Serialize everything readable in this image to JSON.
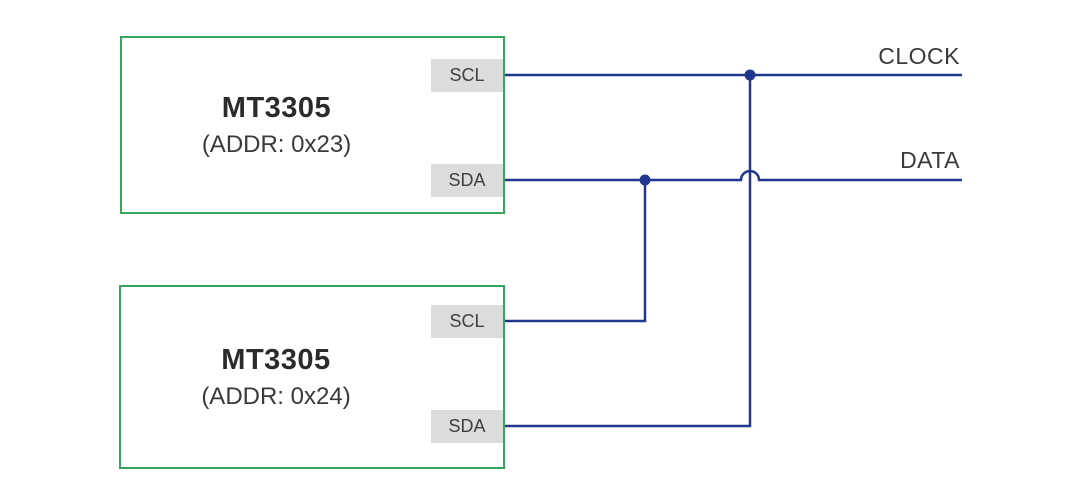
{
  "diagram": {
    "chips": [
      {
        "name": "MT3305",
        "addr": "(ADDR: 0x23)",
        "pins": [
          "SCL",
          "SDA"
        ]
      },
      {
        "name": "MT3305",
        "addr": "(ADDR: 0x24)",
        "pins": [
          "SCL",
          "SDA"
        ]
      }
    ],
    "buses": {
      "clock_label": "CLOCK",
      "data_label": "DATA"
    }
  },
  "colors": {
    "wire": "#20368f",
    "chip_border": "#3aa45e",
    "pin_background": "#dcdcdc",
    "label_text": "#3a3a3a"
  }
}
